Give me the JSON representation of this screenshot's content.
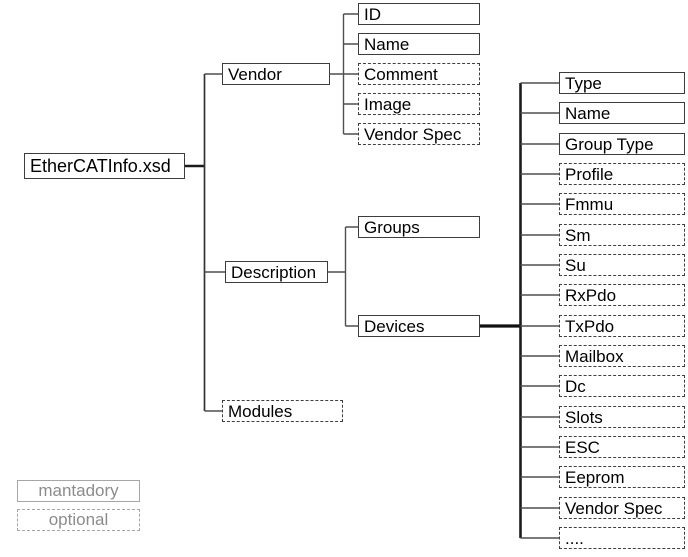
{
  "tree": {
    "root": {
      "label": "EtherCATInfo.xsd",
      "optional": false
    },
    "children": [
      {
        "label": "Vendor",
        "optional": false
      },
      {
        "label": "Description",
        "optional": false
      },
      {
        "label": "Modules",
        "optional": true
      }
    ],
    "vendor_children": [
      {
        "label": "ID",
        "optional": false
      },
      {
        "label": "Name",
        "optional": false
      },
      {
        "label": "Comment",
        "optional": true
      },
      {
        "label": "Image",
        "optional": true
      },
      {
        "label": "Vendor Spec",
        "optional": true
      }
    ],
    "description_children": [
      {
        "label": "Groups",
        "optional": false
      },
      {
        "label": "Devices",
        "optional": false
      }
    ],
    "devices_children": [
      {
        "label": "Type",
        "optional": false
      },
      {
        "label": "Name",
        "optional": false
      },
      {
        "label": "Group Type",
        "optional": false
      },
      {
        "label": "Profile",
        "optional": true
      },
      {
        "label": "Fmmu",
        "optional": true
      },
      {
        "label": "Sm",
        "optional": true
      },
      {
        "label": "Su",
        "optional": true
      },
      {
        "label": "RxPdo",
        "optional": true
      },
      {
        "label": "TxPdo",
        "optional": true
      },
      {
        "label": "Mailbox",
        "optional": true
      },
      {
        "label": "Dc",
        "optional": true
      },
      {
        "label": "Slots",
        "optional": true
      },
      {
        "label": "ESC",
        "optional": true
      },
      {
        "label": "Eeprom",
        "optional": true
      },
      {
        "label": "Vendor Spec",
        "optional": true
      },
      {
        "label": "....",
        "optional": true
      }
    ]
  },
  "legend": {
    "mandatory_label": "mantadory",
    "optional_label": "optional"
  },
  "colors": {
    "background": "#ffffff",
    "node_border": "#3d3d3d",
    "node_text": "#000000",
    "connector_line": "#4f4f4f",
    "strong_line": "#1a1a1a",
    "legend_border": "#a6a6a6",
    "legend_text": "#8c8c8c"
  }
}
